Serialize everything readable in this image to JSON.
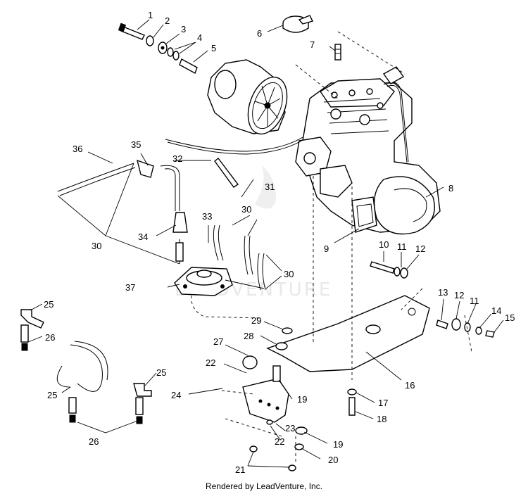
{
  "callouts": [
    "1",
    "2",
    "3",
    "4",
    "5",
    "6",
    "7",
    "8",
    "9",
    "10",
    "11",
    "12",
    "13",
    "12",
    "11",
    "14",
    "15",
    "16",
    "17",
    "18",
    "19",
    "19",
    "20",
    "21",
    "22",
    "22",
    "23",
    "24",
    "25",
    "25",
    "25",
    "26",
    "26",
    "27",
    "28",
    "29",
    "30",
    "30",
    "30",
    "30",
    "31",
    "32",
    "33",
    "34",
    "35",
    "36",
    "37"
  ],
  "watermark": "LEADVENTURE",
  "footer": "Rendered by LeadVenture, Inc."
}
